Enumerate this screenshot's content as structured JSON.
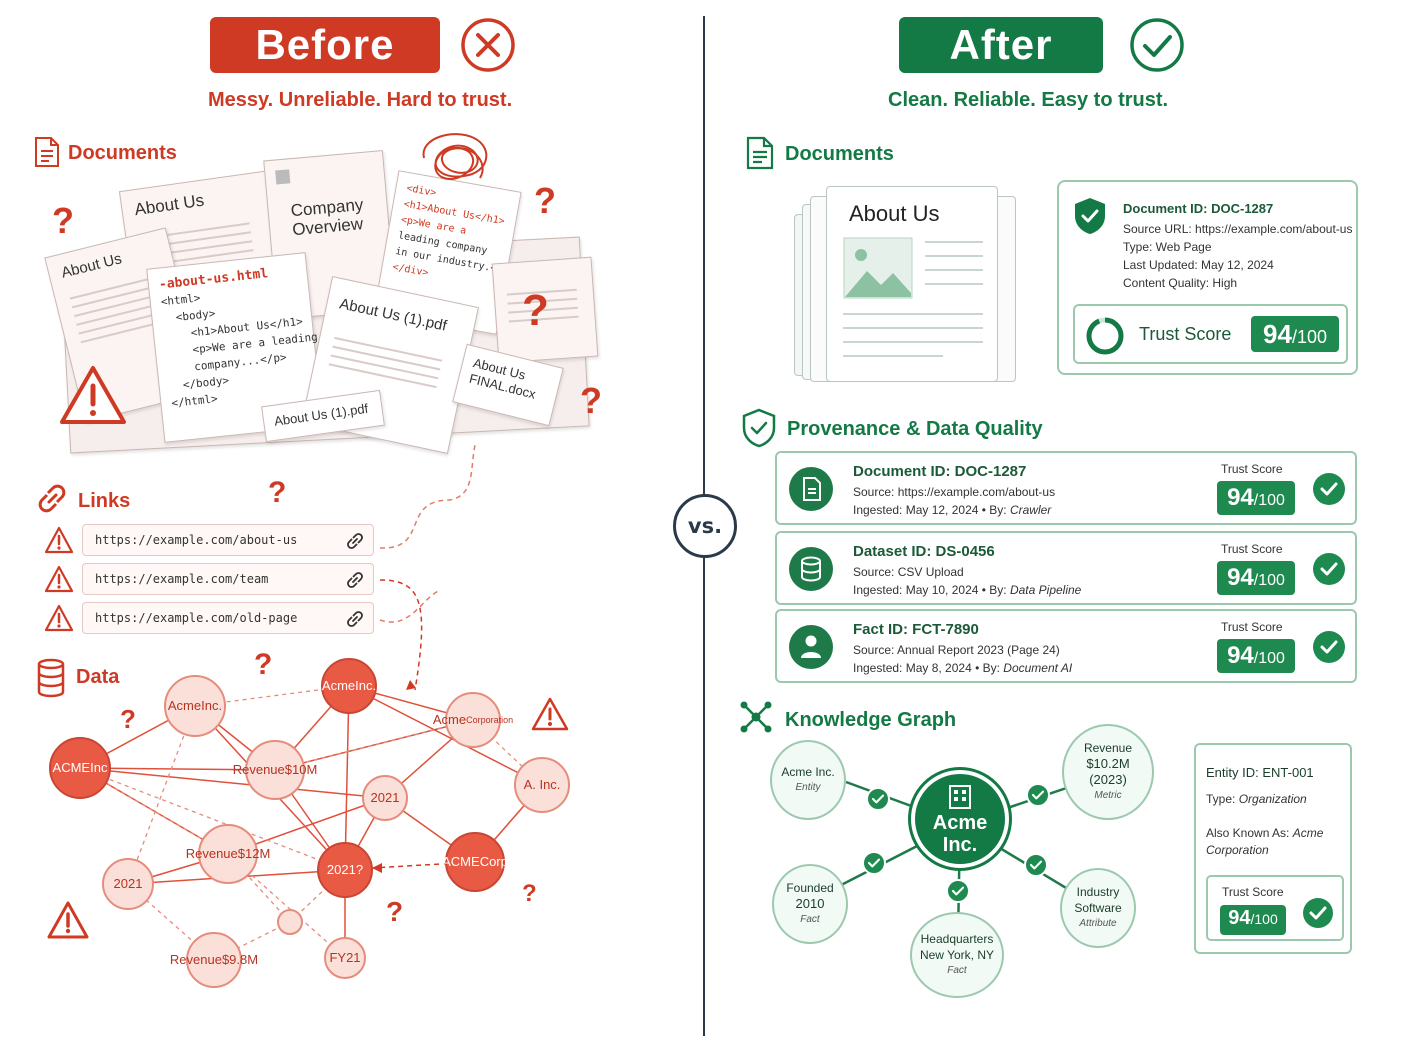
{
  "before": {
    "title": "Before",
    "tagline": "Messy. Unreliable. Hard to trust.",
    "documents_label": "Documents",
    "docs": {
      "about_us_1": "About Us",
      "about_us_2": "About Us",
      "company_overview_line1": "Company",
      "company_overview_line2": "Overview",
      "code_html": [
        "-about-us.html",
        "<html>",
        "  <body>",
        "    <h1>About Us</h1>",
        "    <p>We are a leading",
        "    company...</p>",
        "  </body>",
        "</html>"
      ],
      "code_div": [
        "<div>",
        "<h1>About Us</h1>",
        "<p>We are a",
        "leading company",
        "in our industry.</p>",
        "</div>"
      ],
      "pdf_1": "About Us (1).pdf",
      "pdf_2": "About Us (1).pdf",
      "final_docx_line1": "About Us",
      "final_docx_line2": "FINAL.docx"
    },
    "links_label": "Links",
    "links": [
      "https://example.com/about-us",
      "https://example.com/team",
      "https://example.com/old-page"
    ],
    "data_label": "Data",
    "graph_nodes": [
      {
        "label": "Acme\nInc."
      },
      {
        "label": "Acme\nInc."
      },
      {
        "label": "Acme\nCorporation"
      },
      {
        "label": "ACME\nInc"
      },
      {
        "label": "Revenue\n$10M"
      },
      {
        "label": "2021"
      },
      {
        "label": "A. Inc."
      },
      {
        "label": "Revenue\n$12M"
      },
      {
        "label": "2021?"
      },
      {
        "label": "ACME\nCorp"
      },
      {
        "label": "2021"
      },
      {
        "label": "Revenue\n$9.8M"
      },
      {
        "label": "FY21"
      }
    ],
    "question_mark": "?"
  },
  "vs_label": "vs.",
  "after": {
    "title": "After",
    "tagline": "Clean. Reliable. Easy to trust.",
    "documents_label": "Documents",
    "doc_title": "About Us",
    "info": {
      "doc_id": "Document ID: DOC-1287",
      "source_url": "Source URL: https://example.com/about-us",
      "type": "Type: Web Page",
      "last_updated": "Last Updated: May 12, 2024",
      "content_quality": "Content Quality: High",
      "trust_label": "Trust Score",
      "score": "94",
      "score_max": "/100",
      "trust_fraction": 0.94
    },
    "provenance_label": "Provenance & Data Quality",
    "provenance": [
      {
        "title": "Document ID: DOC-1287",
        "source": "Source: https://example.com/about-us",
        "ingested": "Ingested: May 12, 2024  •  By: ",
        "by": "Crawler",
        "trust_label": "Trust Score",
        "score": "94",
        "score_max": "/100",
        "icon": "document-icon"
      },
      {
        "title": "Dataset ID: DS-0456",
        "source": "Source: CSV Upload",
        "ingested": "Ingested: May 10, 2024  •  By: ",
        "by": "Data Pipeline",
        "trust_label": "Trust Score",
        "score": "94",
        "score_max": "/100",
        "icon": "database-icon"
      },
      {
        "title": "Fact ID: FCT-7890",
        "source": "Source: Annual Report 2023 (Page 24)",
        "ingested": "Ingested: May 8, 2024  •  By: ",
        "by": "Document AI",
        "trust_label": "Trust Score",
        "score": "94",
        "score_max": "/100",
        "icon": "person-icon"
      }
    ],
    "kg_label": "Knowledge Graph",
    "kg": {
      "center": {
        "line1": "Acme",
        "line2": "Inc."
      },
      "entity": {
        "line1": "Acme Inc.",
        "kind": "Entity"
      },
      "revenue": {
        "line1": "Revenue",
        "line2": "$10.2M",
        "line3": "(2023)",
        "kind": "Metric"
      },
      "founded": {
        "line1": "Founded",
        "line2": "2010",
        "kind": "Fact"
      },
      "industry": {
        "line1": "Industry",
        "line2": "Software",
        "kind": "Attribute"
      },
      "hq": {
        "line1": "Headquarters",
        "line2": "New York, NY",
        "kind": "Fact"
      }
    },
    "entity_card": {
      "id": "Entity ID: ENT-001",
      "type_label": "Type: ",
      "type_value": "Organization",
      "aka_label": "Also Known As: ",
      "aka_value1": "Acme",
      "aka_value2": "Corporation",
      "trust_label": "Trust Score",
      "score": "94",
      "score_max": "/100"
    }
  },
  "colors": {
    "red": "#cf3a24",
    "green": "#137a45",
    "navy": "#2b3a4a"
  }
}
